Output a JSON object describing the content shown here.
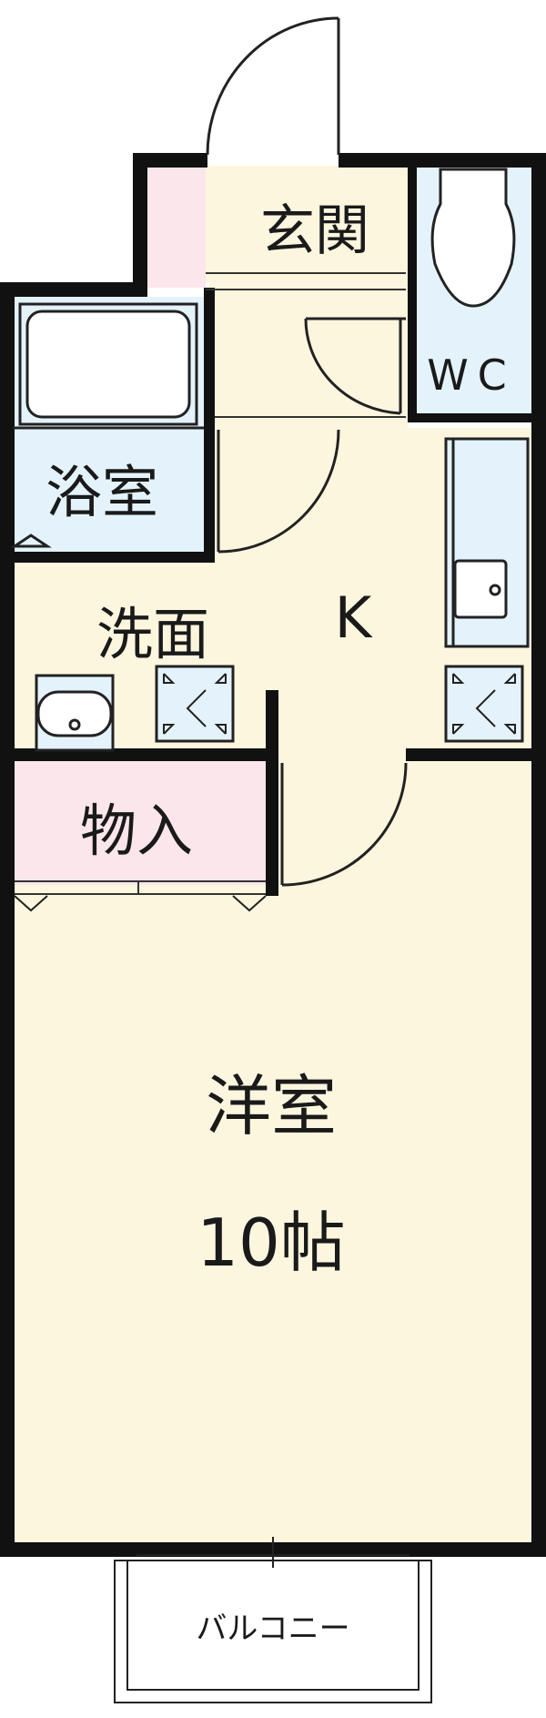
{
  "floorplan": {
    "rooms": {
      "genkan": {
        "label": "玄関"
      },
      "wc": {
        "label": "WC"
      },
      "bath": {
        "label": "浴室"
      },
      "washroom": {
        "label": "洗面"
      },
      "kitchen": {
        "label": "K"
      },
      "storage": {
        "label": "物入"
      },
      "western_room": {
        "label": "洋室",
        "size": "10帖"
      },
      "balcony": {
        "label": "バルコニー"
      }
    },
    "colors": {
      "floor_cream": "#fdf6df",
      "wet_area_blue": "#e4f3fb",
      "storage_pink": "#fbe6ec",
      "wall_black": "#111111"
    }
  }
}
